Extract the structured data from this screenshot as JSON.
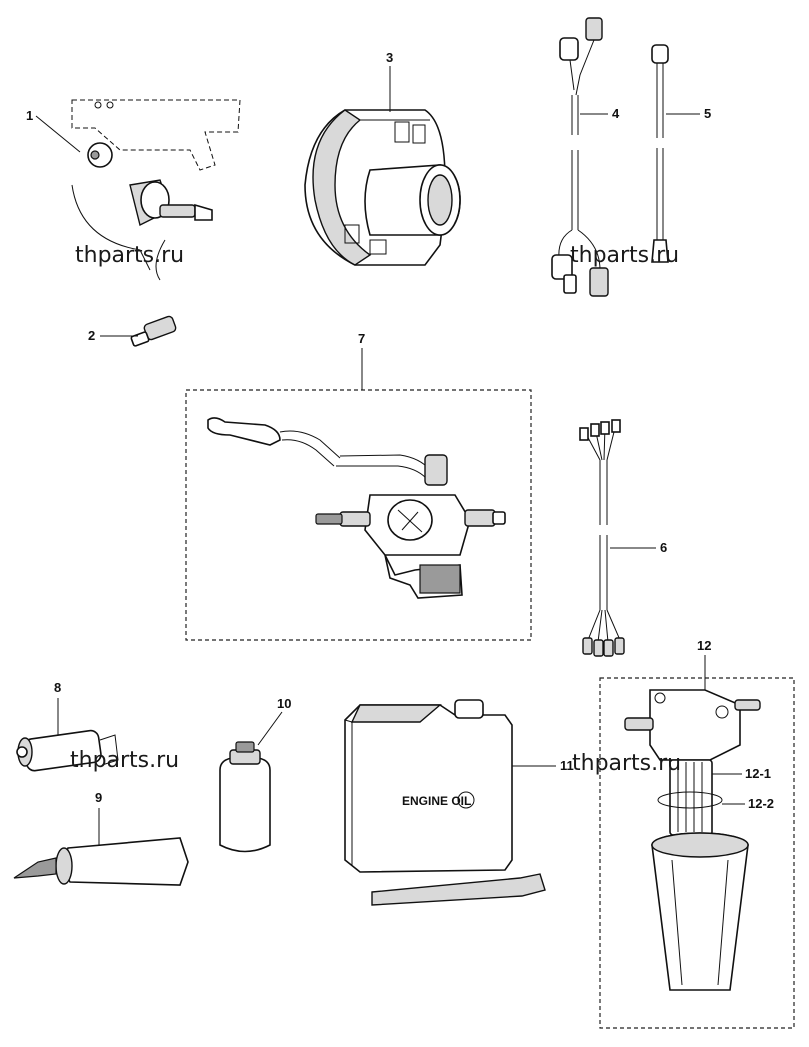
{
  "watermark": "thparts.ru",
  "oil_label": "ENGINE OIL",
  "callouts": {
    "p1": "1",
    "p2": "2",
    "p3": "3",
    "p4": "4",
    "p5": "5",
    "p6": "6",
    "p7": "7",
    "p8": "8",
    "p9": "9",
    "p10": "10",
    "p11": "11",
    "p12": "12",
    "p12_1": "12-1",
    "p12_2": "12-2"
  }
}
